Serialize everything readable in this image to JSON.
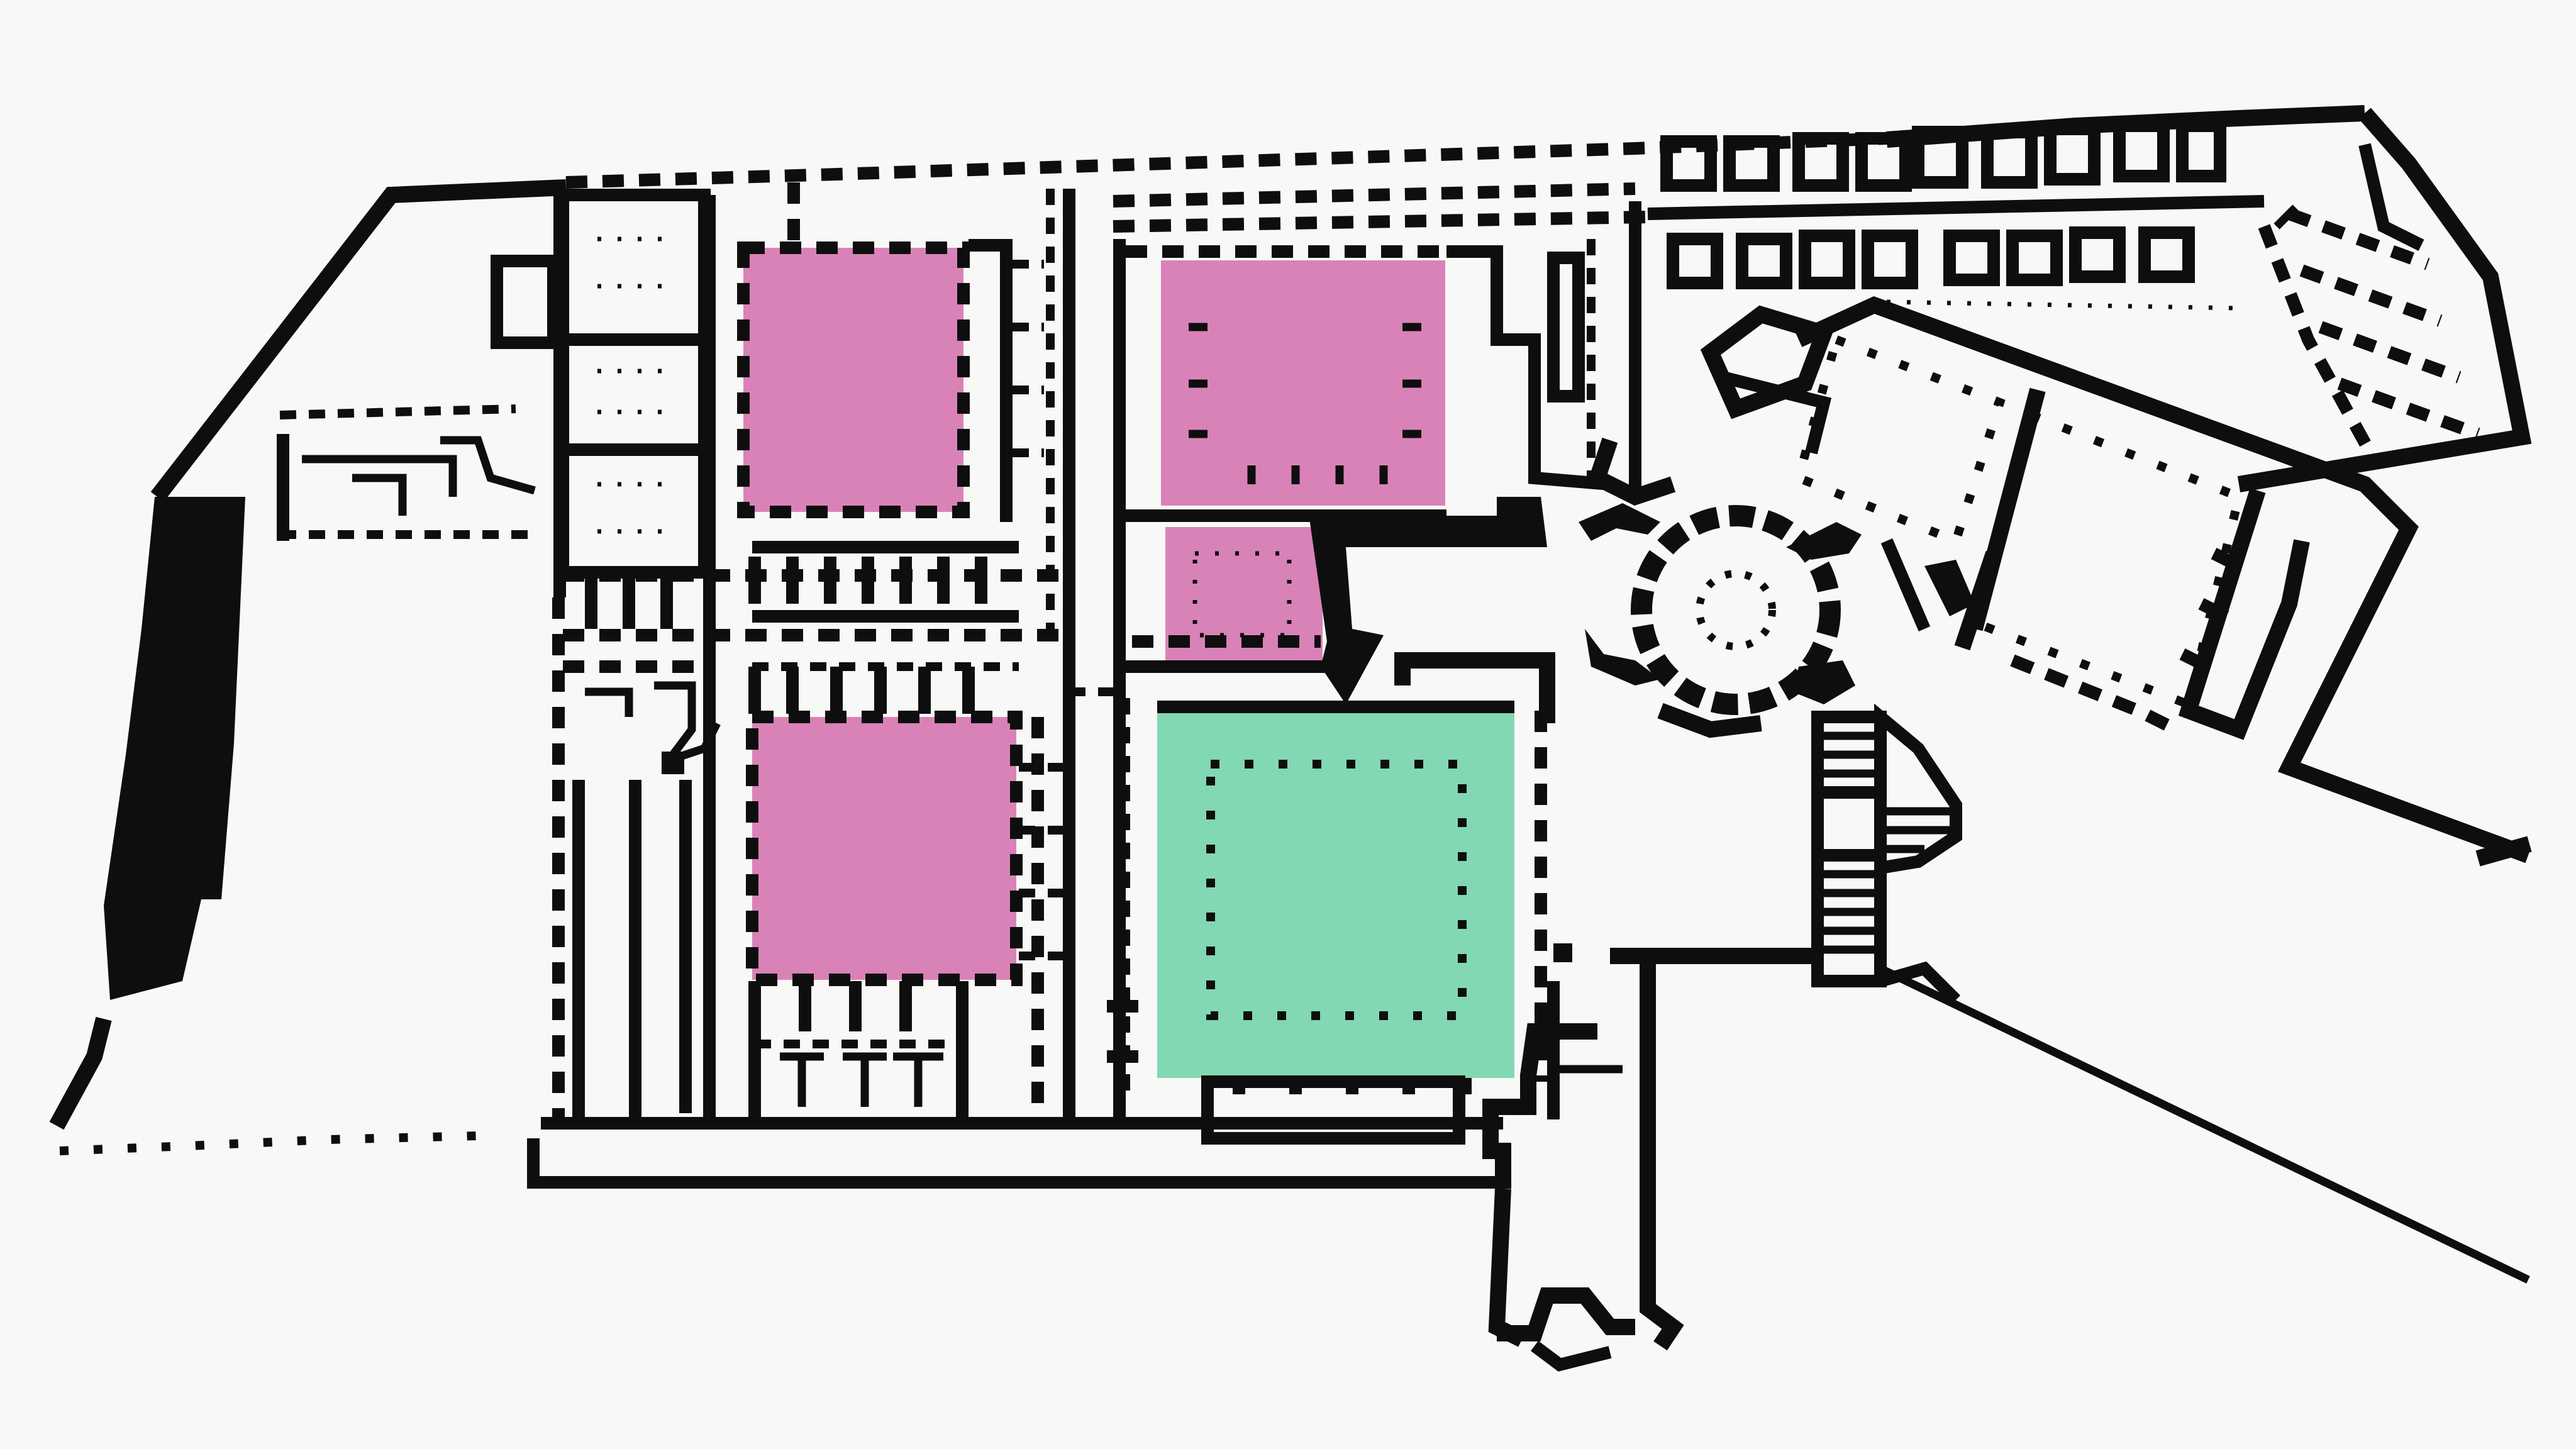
{
  "colors": {
    "background": "#f8f8f6",
    "walls": "#0e0e0e",
    "highlight_pink": "#d982b8",
    "highlight_green": "#82d8b3"
  },
  "highlights": [
    {
      "id": "cloister-nw",
      "color": "pink"
    },
    {
      "id": "cloister-ne",
      "color": "pink"
    },
    {
      "id": "cloister-small",
      "color": "pink"
    },
    {
      "id": "cloister-sw",
      "color": "pink"
    },
    {
      "id": "cloister-main",
      "color": "green"
    }
  ]
}
